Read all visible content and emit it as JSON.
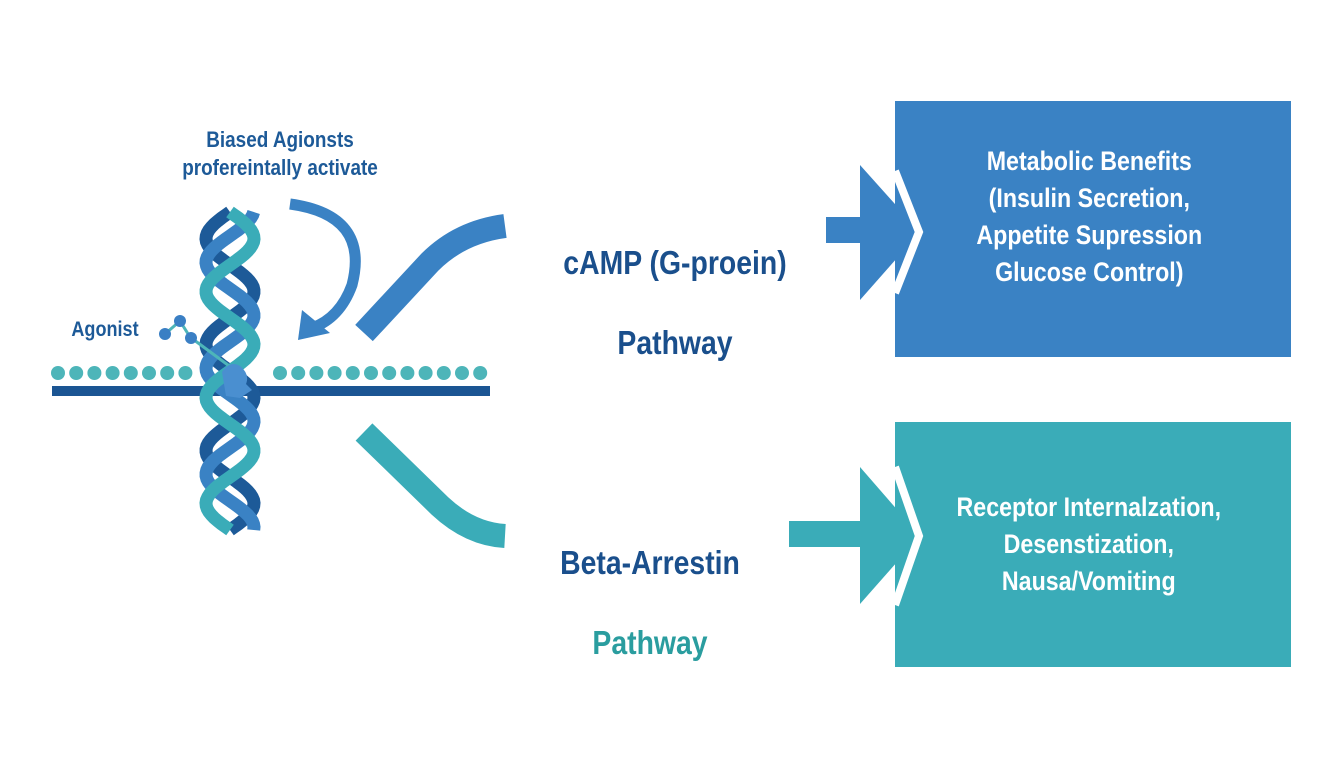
{
  "title_annotation": {
    "text": "Biased Agionsts\nprofereintally activate"
  },
  "agonist": {
    "label": "Agonist"
  },
  "pathways": [
    {
      "id": "camp",
      "label_line1": "cAMP (G-proein)",
      "label_line2": "Pathway",
      "outcome": "Metabolic Benefits\n(Insulin Secretion,\nAppetite Supression\nGlucose Control)",
      "color": "#3a82c4"
    },
    {
      "id": "beta-arrestin",
      "label_line1": "Beta-Arrestin",
      "label_line2": "Pathway",
      "outcome": "Receptor Internalzation,\nDesenstization,\nNausa/Vomiting",
      "color": "#3aacb8"
    }
  ],
  "colors": {
    "dark_blue": "#1d5a98",
    "mid_blue": "#3a82c4",
    "teal": "#3aacb8",
    "text_teal": "#2a9d9f",
    "membrane": "#1b5593",
    "lipid_head": "#4db5b9"
  }
}
